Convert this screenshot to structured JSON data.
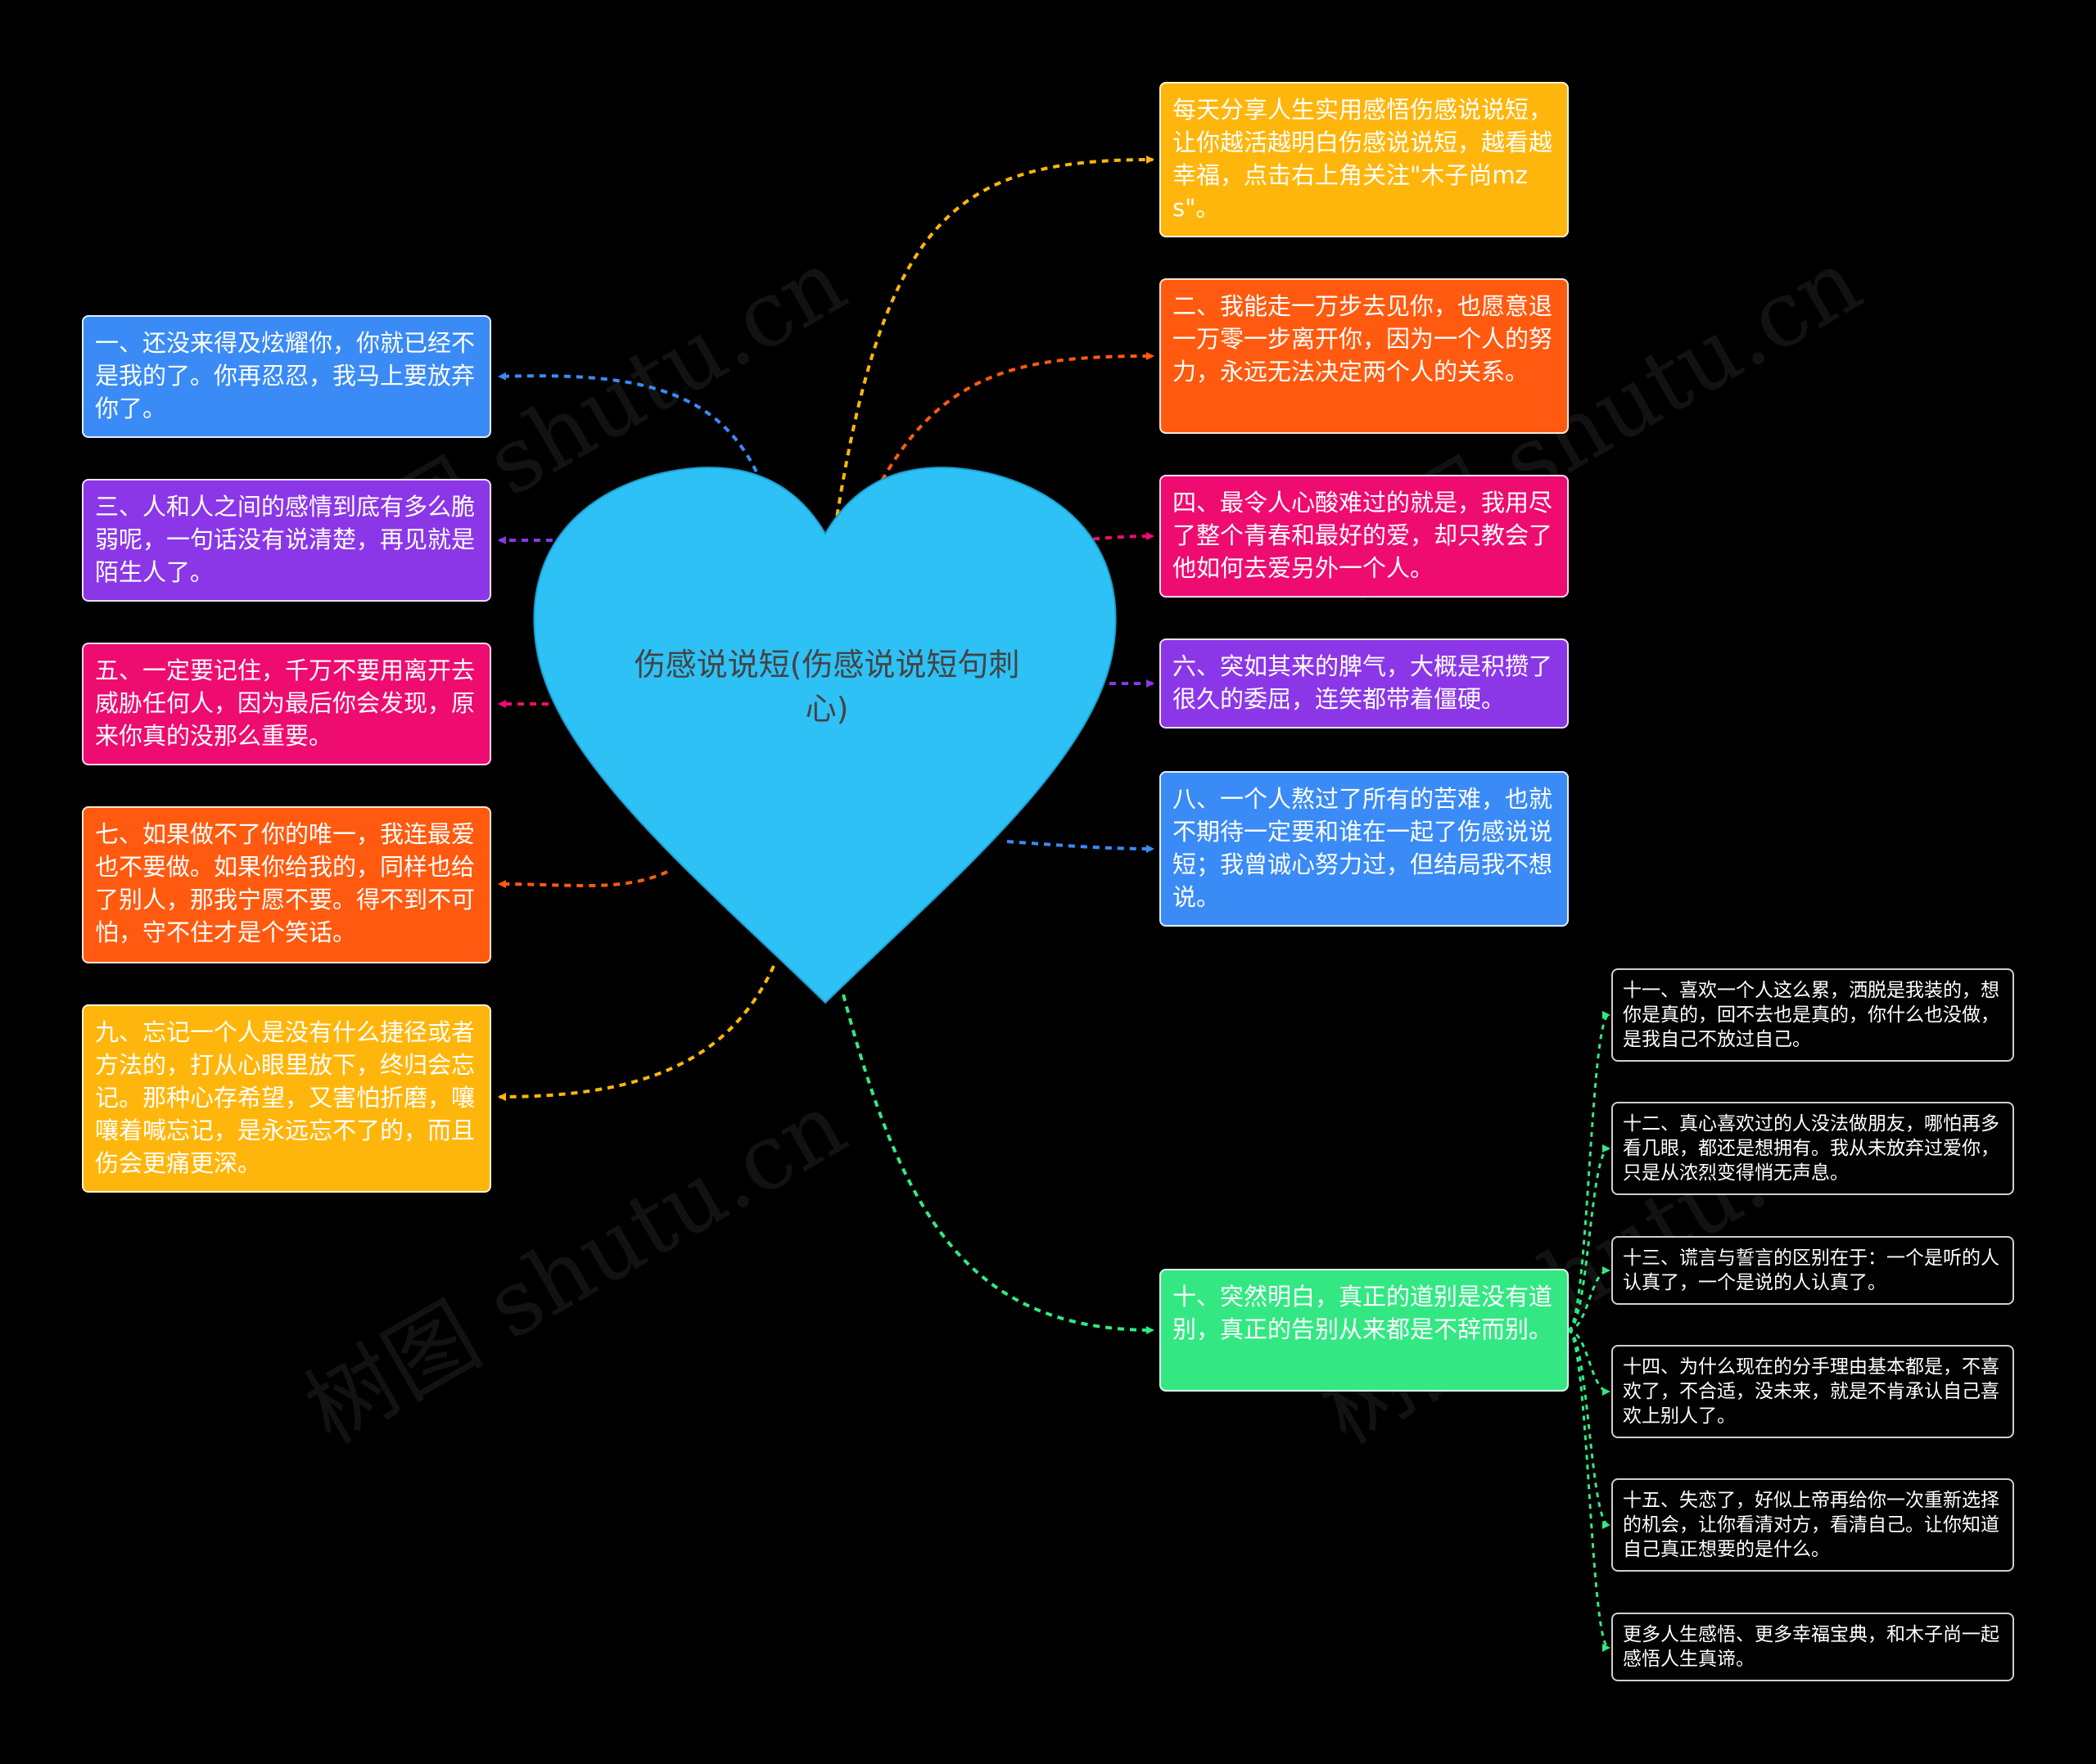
{
  "center": {
    "title": "伤感说说短(伤感说说短句刺心)",
    "color": "#2DC1F6"
  },
  "watermark": "树图 shutu.cn",
  "left_nodes": [
    {
      "text": "一、还没来得及炫耀你，你就已经不是我的了。你再忍忍，我马上要放弃你了。",
      "color": "#3A8BF5"
    },
    {
      "text": "三、人和人之间的感情到底有多么脆弱呢，一句话没有说清楚，再见就是陌生人了。",
      "color": "#8B37E8"
    },
    {
      "text": "五、一定要记住，千万不要用离开去威胁任何人，因为最后你会发现，原来你真的没那么重要。",
      "color": "#EE0C70"
    },
    {
      "text": "七、如果做不了你的唯一，我连最爱也不要做。如果你给我的，同样也给了别人，那我宁愿不要。得不到不可怕，守不住才是个笑话。",
      "color": "#FF5A0F"
    },
    {
      "text": "九、忘记一个人是没有什么捷径或者方法的，打从心眼里放下，终归会忘记。那种心存希望，又害怕折磨，嚷嚷着喊忘记，是永远忘不了的，而且伤会更痛更深。",
      "color": "#FFB60C"
    }
  ],
  "right_nodes": [
    {
      "text": "每天分享人生实用感悟伤感说说短，让你越活越明白伤感说说短，越看越幸福，点击右上角关注\"木子尚mzs\"。",
      "color": "#FFB60C"
    },
    {
      "text": "二、我能走一万步去见你，也愿意退一万零一步离开你，因为一个人的努力，永远无法决定两个人的关系。",
      "color": "#FF5A0F"
    },
    {
      "text": "四、最令人心酸难过的就是，我用尽了整个青春和最好的爱，却只教会了他如何去爱另外一个人。",
      "color": "#EE0C70"
    },
    {
      "text": "六、突如其来的脾气，大概是积攒了很久的委屈，连笑都带着僵硬。",
      "color": "#8B37E8"
    },
    {
      "text": "八、一个人熬过了所有的苦难，也就不期待一定要和谁在一起了伤感说说短；我曾诚心努力过，但结局我不想说。",
      "color": "#3A8BF5"
    },
    {
      "text": "十、突然明白，真正的道别是没有道别，真正的告别从来都是不辞而别。",
      "color": "#33E883"
    }
  ],
  "leaf_nodes": [
    {
      "text": "十一、喜欢一个人这么累，洒脱是我装的，想你是真的，回不去也是真的，你什么也没做，是我自己不放过自己。"
    },
    {
      "text": "十二、真心喜欢过的人没法做朋友，哪怕再多看几眼，都还是想拥有。我从未放弃过爱你，只是从浓烈变得悄无声息。"
    },
    {
      "text": "十三、谎言与誓言的区别在于：一个是听的人认真了，一个是说的人认真了。"
    },
    {
      "text": "十四、为什么现在的分手理由基本都是，不喜欢了，不合适，没未来，就是不肯承认自己喜欢上别人了。"
    },
    {
      "text": "十五、失恋了，好似上帝再给你一次重新选择的机会，让你看清对方，看清自己。让你知道自己真正想要的是什么。"
    },
    {
      "text": "更多人生感悟、更多幸福宝典，和木子尚一起感悟人生真谛。"
    }
  ]
}
